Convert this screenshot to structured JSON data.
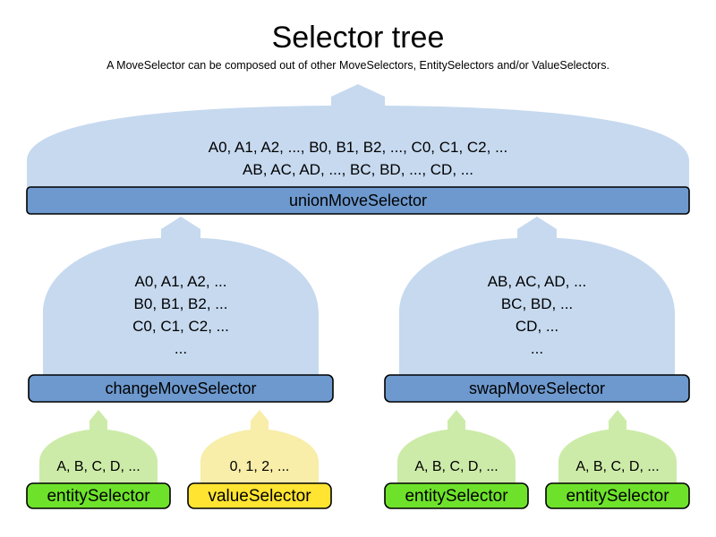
{
  "header": {
    "title": "Selector tree",
    "subtitle": "A MoveSelector can be composed out of other MoveSelectors, EntitySelectors and/or ValueSelectors."
  },
  "colors": {
    "move_body": "#c6d9ef",
    "move_bar": "#6d99ce",
    "entity_body": "#cceba8",
    "entity_bar": "#6ee22b",
    "value_body": "#f8eda9",
    "value_bar": "#ffe432",
    "outline": "#000000",
    "background": "#ffffff"
  },
  "nodes": {
    "union": {
      "label": "unionMoveSelector",
      "lines": [
        "A0, A1, A2, ..., B0, B1, B2, ..., C0, C1, C2, ...",
        "AB, AC, AD, ..., BC, BD, ..., CD, ..."
      ]
    },
    "change": {
      "label": "changeMoveSelector",
      "lines": [
        "A0, A1, A2, ...",
        "B0, B1, B2, ...",
        "C0, C1, C2, ...",
        "..."
      ]
    },
    "swap": {
      "label": "swapMoveSelector",
      "lines": [
        "AB, AC, AD, ...",
        "BC, BD, ...",
        "CD, ...",
        "..."
      ]
    },
    "leaf_change_entity": {
      "label": "entitySelector",
      "lines": [
        "A, B, C, D, ..."
      ]
    },
    "leaf_change_value": {
      "label": "valueSelector",
      "lines": [
        "0, 1, 2, ..."
      ]
    },
    "leaf_swap_entity_left": {
      "label": "entitySelector",
      "lines": [
        "A, B, C, D, ..."
      ]
    },
    "leaf_swap_entity_right": {
      "label": "entitySelector",
      "lines": [
        "A, B, C, D, ..."
      ]
    }
  }
}
